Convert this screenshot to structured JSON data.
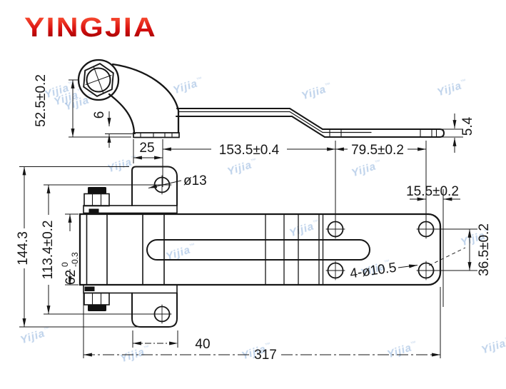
{
  "brand": {
    "logo_text": "YINGJIA"
  },
  "watermark_text": "Yijia",
  "side_view": {
    "dim_head_height": "52.5±0.2",
    "dim_pad_thickness": "6",
    "dim_foot_offset": "25",
    "dim_mid_span": "153.5±0.4",
    "dim_end_span": "79.5±0.2",
    "dim_strap_thickness": "5.4"
  },
  "plan_view": {
    "dim_overall_height": "144.3",
    "dim_hole_spacing_v": "113.4±0.2",
    "dim_knuckle_width": "62",
    "dim_knuckle_tol_upper": "0",
    "dim_knuckle_tol_lower": "-0.3",
    "dim_hole_edge": "15.5±0.2",
    "dim_plate_hole_spacing": "36.5±0.2",
    "dim_bracket_width": "40",
    "dim_overall_length": "317",
    "label_bracket_hole": "ø13",
    "label_plate_holes": "4-ø10.5"
  }
}
